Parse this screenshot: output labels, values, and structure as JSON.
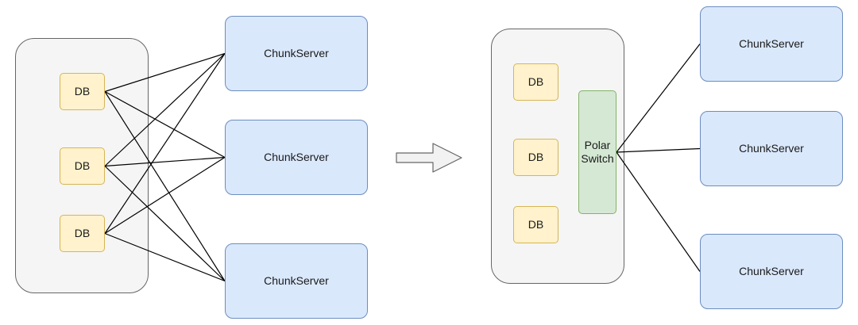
{
  "diagram": {
    "before": {
      "databases": [
        {
          "id": "db1",
          "label": "DB"
        },
        {
          "id": "db2",
          "label": "DB"
        },
        {
          "id": "db3",
          "label": "DB"
        }
      ],
      "chunkservers": [
        {
          "id": "cs1",
          "label": "ChunkServer"
        },
        {
          "id": "cs2",
          "label": "ChunkServer"
        },
        {
          "id": "cs3",
          "label": "ChunkServer"
        }
      ],
      "connections": "every DB connects to every ChunkServer"
    },
    "after": {
      "databases": [
        {
          "id": "db4",
          "label": "DB"
        },
        {
          "id": "db5",
          "label": "DB"
        },
        {
          "id": "db6",
          "label": "DB"
        }
      ],
      "switch": {
        "id": "switch",
        "label": "Polar\nSwitch"
      },
      "chunkservers": [
        {
          "id": "cs4",
          "label": "ChunkServer"
        },
        {
          "id": "cs5",
          "label": "ChunkServer"
        },
        {
          "id": "cs6",
          "label": "ChunkServer"
        }
      ],
      "connections": "Polar Switch connects to every ChunkServer"
    },
    "transition_arrow": "right-arrow-icon",
    "colors": {
      "db_fill": "#fff2cc",
      "db_stroke": "#d6b656",
      "chunkserver_fill": "#dae8fc",
      "chunkserver_stroke": "#6c8ebf",
      "switch_fill": "#d5e8d4",
      "switch_stroke": "#82b366",
      "host_fill": "#f5f5f5",
      "host_stroke": "#666666",
      "edge": "#000000"
    }
  }
}
